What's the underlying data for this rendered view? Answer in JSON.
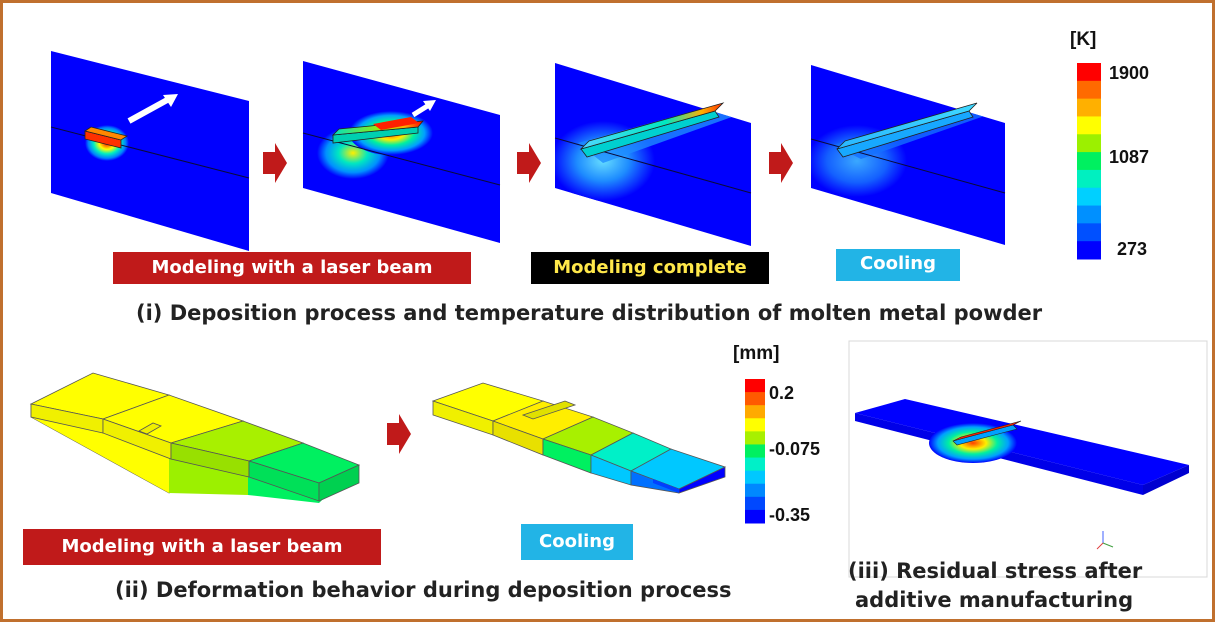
{
  "stage_labels": {
    "laser": "Modeling with a laser beam",
    "complete": "Modeling complete",
    "cooling": "Cooling"
  },
  "section_i": {
    "caption": "(i) Deposition process and temperature distribution of molten metal powder"
  },
  "section_ii": {
    "caption": "(ii) Deformation behavior during deposition process",
    "laser_label": "Modeling with a laser beam",
    "cooling_label": "Cooling"
  },
  "section_iii": {
    "caption_line1": "(iii) Residual stress after",
    "caption_line2": "additive manufacturing"
  },
  "temperature_legend": {
    "unit": "[K]",
    "ticks": [
      "1900",
      "1087",
      "273"
    ],
    "colors": [
      "#ff0000",
      "#ff6a00",
      "#ffb000",
      "#ffff00",
      "#9cf000",
      "#00f060",
      "#00f0c0",
      "#00d0ff",
      "#0090ff",
      "#0050ff",
      "#0000ff"
    ]
  },
  "displacement_legend": {
    "unit": "[mm]",
    "ticks": [
      "0.2",
      "-0.075",
      "-0.35"
    ],
    "colors": [
      "#ff0000",
      "#ff5a00",
      "#ffaa00",
      "#ffff00",
      "#a8f000",
      "#00f060",
      "#00f0c8",
      "#00c8ff",
      "#0088ff",
      "#0048ff",
      "#0000ff"
    ]
  },
  "colors": {
    "frame": "#c0702e",
    "arrow": "#c01a1a",
    "plate": "#0000ff"
  }
}
